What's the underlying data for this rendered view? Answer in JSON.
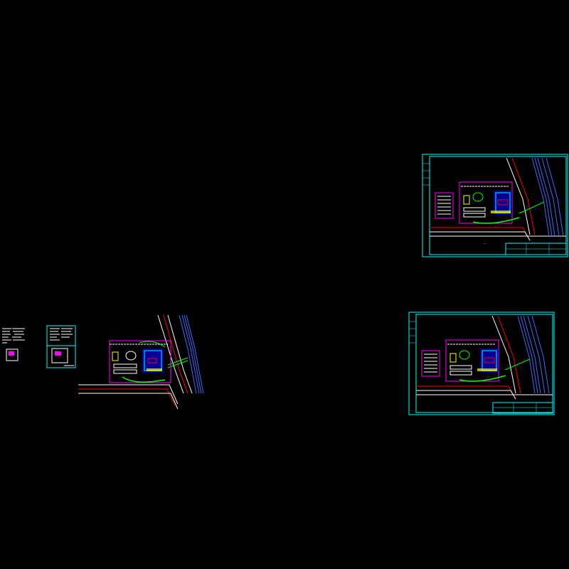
{
  "colors": {
    "background": "#000000",
    "frame": "#00ffff",
    "boundary": "#ff00ff",
    "road": "#ff0000",
    "edge": "#ffffff",
    "green": "#00ff00",
    "building": "#0000ff",
    "yellow": "#ffff00",
    "river": "#3a6cff"
  },
  "sheets": [
    {
      "id": "sheet-top-right",
      "type": "framed-site-plan"
    },
    {
      "id": "sheet-bottom-right",
      "type": "framed-site-plan"
    },
    {
      "id": "sheet-left-unframed",
      "type": "unframed-site-plan"
    },
    {
      "id": "sheet-legend-small",
      "type": "legend-thumbnail"
    }
  ]
}
